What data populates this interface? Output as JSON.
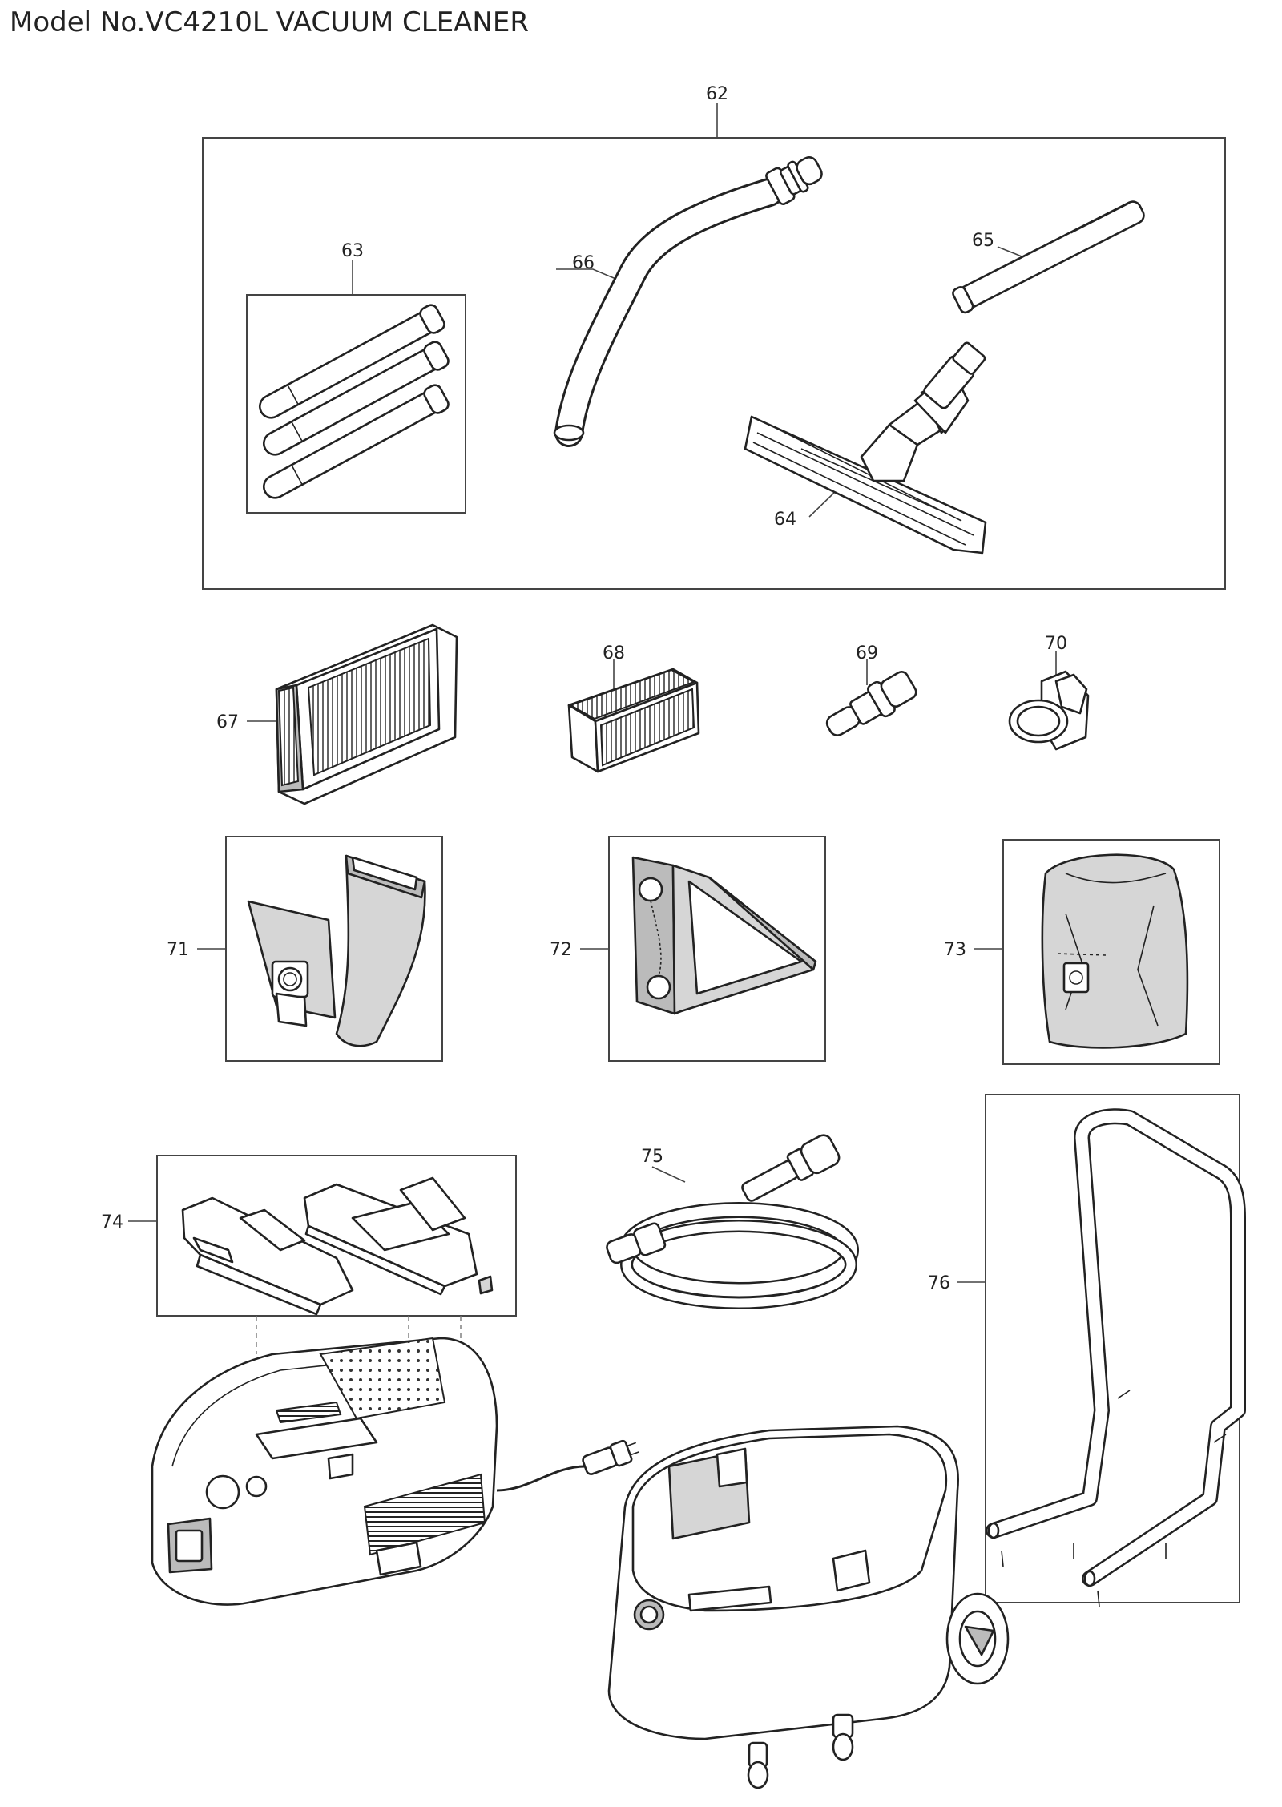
{
  "title": "Model No.VC4210L VACUUM CLEANER",
  "parts": {
    "p62": "62",
    "p63": "63",
    "p64": "64",
    "p65": "65",
    "p66": "66",
    "p67": "67",
    "p68": "68",
    "p69": "69",
    "p70": "70",
    "p71": "71",
    "p72": "72",
    "p73": "73",
    "p74": "74",
    "p75": "75",
    "p76": "76"
  }
}
